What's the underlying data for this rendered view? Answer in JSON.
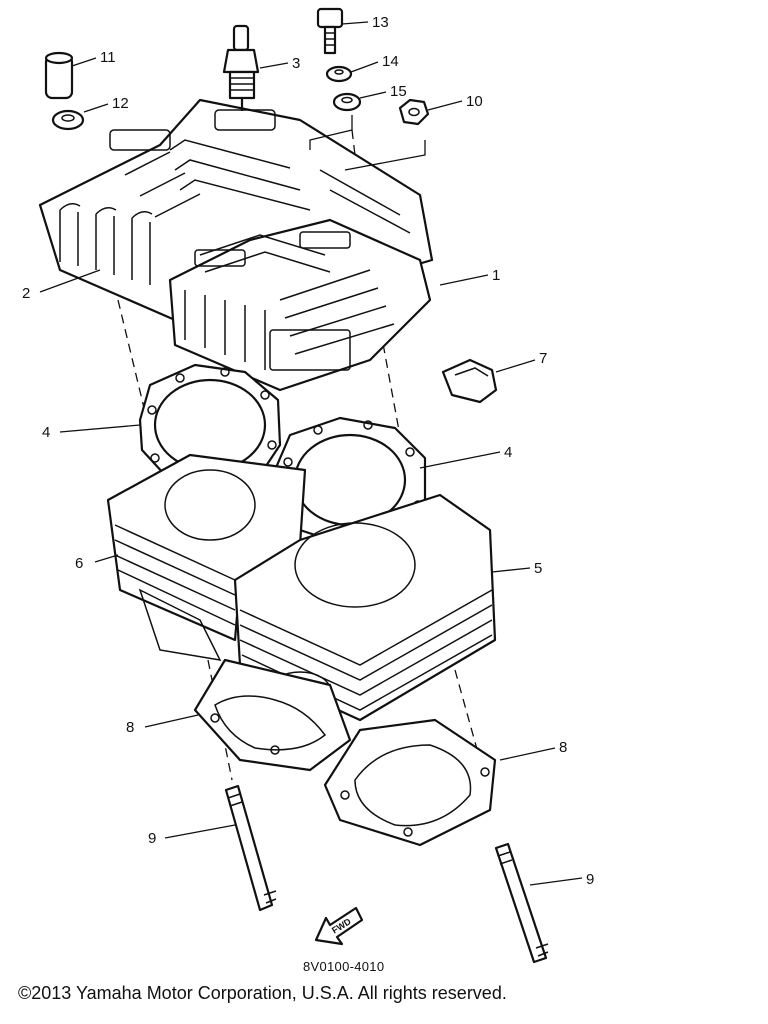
{
  "diagram": {
    "callouts": [
      {
        "id": "c1",
        "label": "1"
      },
      {
        "id": "c2",
        "label": "2"
      },
      {
        "id": "c3",
        "label": "3"
      },
      {
        "id": "c4a",
        "label": "4"
      },
      {
        "id": "c4b",
        "label": "4"
      },
      {
        "id": "c5",
        "label": "5"
      },
      {
        "id": "c6",
        "label": "6"
      },
      {
        "id": "c7",
        "label": "7"
      },
      {
        "id": "c8a",
        "label": "8"
      },
      {
        "id": "c8b",
        "label": "8"
      },
      {
        "id": "c9a",
        "label": "9"
      },
      {
        "id": "c9b",
        "label": "9"
      },
      {
        "id": "c10",
        "label": "10"
      },
      {
        "id": "c11",
        "label": "11"
      },
      {
        "id": "c12",
        "label": "12"
      },
      {
        "id": "c13",
        "label": "13"
      },
      {
        "id": "c14",
        "label": "14"
      },
      {
        "id": "c15",
        "label": "15"
      }
    ],
    "fwd_label": "FWD",
    "figure_code": "8V0100-4010"
  },
  "footer": {
    "copyright": "©2013 Yamaha Motor Corporation, U.S.A. All rights reserved."
  }
}
